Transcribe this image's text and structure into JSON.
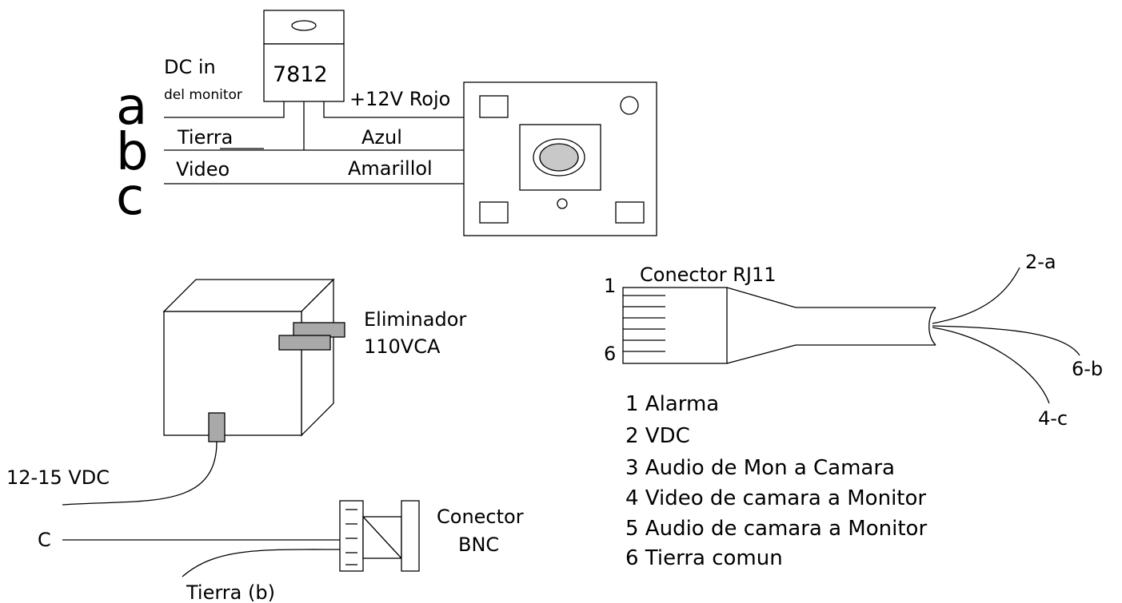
{
  "camera_section": {
    "regulator_label": "7812",
    "dc_in_label": "DC in",
    "del_monitor_label": "del monitor",
    "plus12_label": "+12V Rojo",
    "tierra_label": "Tierra",
    "azul_label": "Azul",
    "video_label": "Video",
    "amarillo_label": "Amarillol",
    "letters": [
      "a",
      "b",
      "c"
    ]
  },
  "power_section": {
    "eliminador_line1": "Eliminador",
    "eliminador_line2": "110VCA",
    "vdc_label": "12-15 VDC",
    "c_label": "C",
    "tierra_b_label": "Tierra (b)",
    "bnc_line1": "Conector",
    "bnc_line2": "BNC"
  },
  "rj11_section": {
    "title": "Conector RJ11",
    "pin_first": "1",
    "pin_last": "6",
    "wire_labels": [
      "2-a",
      "6-b",
      "4-c"
    ],
    "pinout": [
      "1 Alarma",
      "2 VDC",
      "3 Audio de Mon a Camara",
      "4 Video de camara a Monitor",
      "5 Audio de camara a Monitor",
      "6 Tierra comun"
    ]
  }
}
